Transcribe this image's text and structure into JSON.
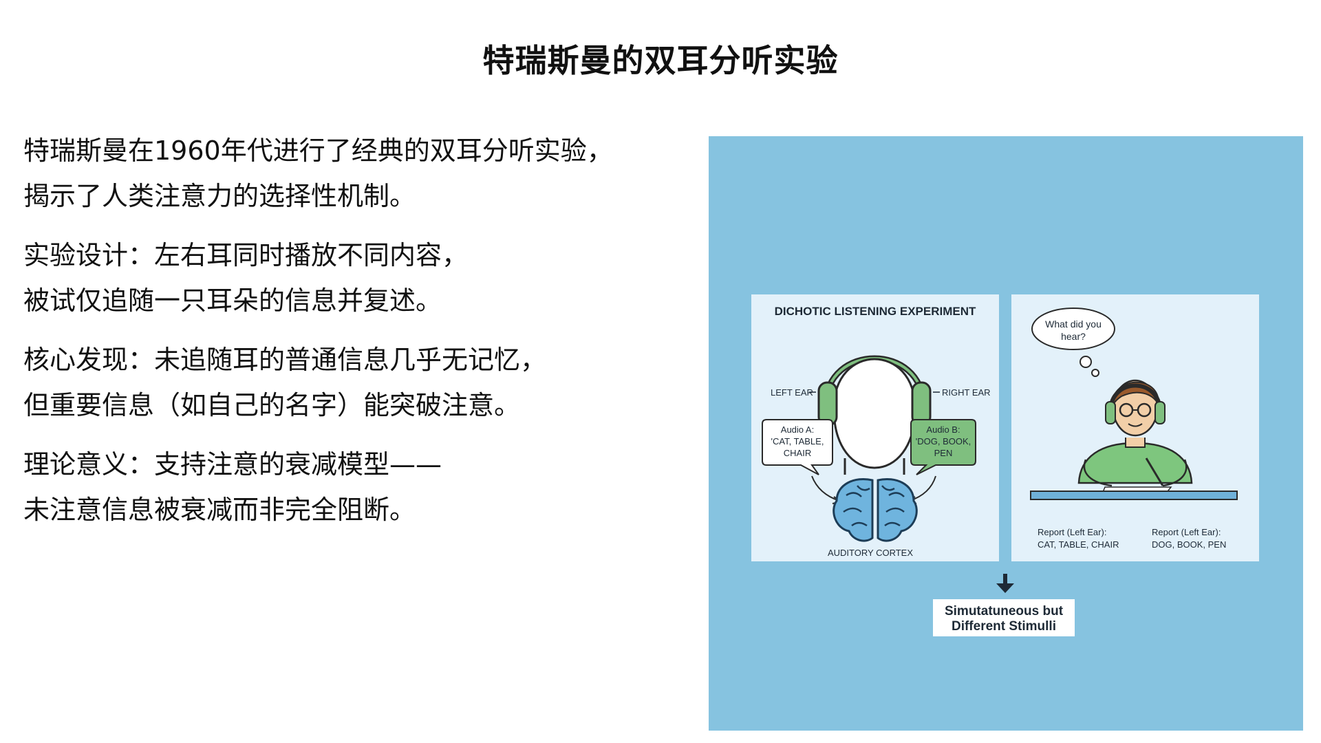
{
  "title": "特瑞斯曼的双耳分听实验",
  "paragraphs": [
    {
      "lines": [
        "特瑞斯曼在1960年代进行了经典的双耳分听实验，",
        "揭示了人类注意力的选择性机制。"
      ]
    },
    {
      "lines": [
        "实验设计：左右耳同时播放不同内容，",
        "被试仅追随一只耳朵的信息并复述。"
      ]
    },
    {
      "lines": [
        "核心发现：未追随耳的普通信息几乎无记忆，",
        "但重要信息（如自己的名字）能突破注意。"
      ]
    },
    {
      "lines": [
        "理论意义：支持注意的衰减模型——",
        "未注意信息被衰减而非完全阻断。"
      ]
    }
  ],
  "illustration": {
    "left_panel": {
      "heading": "DICHOTIC LISTENING EXPERIMENT",
      "left_ear_label": "LEFT EAR",
      "right_ear_label": "RIGHT EAR",
      "audio_a": {
        "title": "Audio A:",
        "line1": "'CAT, TABLE,",
        "line2": "CHAIR"
      },
      "audio_b": {
        "title": "Audio B:",
        "line1": "'DOG, BOOK,",
        "line2": "PEN"
      },
      "cortex_label": "AUDITORY CORTEX"
    },
    "right_panel": {
      "thought_line1": "What did you",
      "thought_line2": "hear?",
      "report_left_title": "Report (Left Ear):",
      "report_left_value": "CAT, TABLE, CHAIR",
      "report_right_title": "Report (Left Ear):",
      "report_right_value": "DOG, BOOK, PEN"
    },
    "caption_line1": "Simutatuneous but",
    "caption_line2": "Different Stimulli",
    "colors": {
      "background": "#86c3e0",
      "panel": "#e3f1fa",
      "headphone_green": "#7fbf7f",
      "brain_blue": "#6fb4de",
      "shirt_green": "#7ec67e",
      "hair_brown": "#9a5a2c",
      "desk_blue": "#6fb0d8"
    }
  }
}
